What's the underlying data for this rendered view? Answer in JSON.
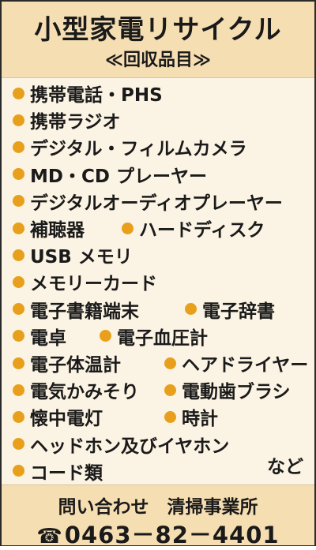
{
  "title": "小型家電リサイクル",
  "subtitle": "≪回収品目≫",
  "rows": [
    [
      "携帯電話・PHS"
    ],
    [
      "携帯ラジオ"
    ],
    [
      "デジタル・フィルムカメラ"
    ],
    [
      "MD・CD プレーヤー"
    ],
    [
      "デジタルオーディオプレーヤー"
    ],
    [
      "補聴器",
      "ハードディスク"
    ],
    [
      "USB メモリ"
    ],
    [
      "メモリーカード"
    ],
    [
      "電子書籍端末",
      "電子辞書"
    ],
    [
      "電卓",
      "電子血圧計"
    ],
    [
      "電子体温計",
      "ヘアドライヤー"
    ],
    [
      "電気かみそり",
      "電動歯ブラシ"
    ],
    [
      "懐中電灯",
      "時計"
    ],
    [
      "ヘッドホン及びイヤホン"
    ],
    [
      "コード類"
    ]
  ],
  "etc_label": "など",
  "footer": {
    "contact": "問い合わせ　清掃事業所",
    "phone": "0463－82－4401"
  },
  "colors": {
    "bullet": "#e8a01c",
    "header_bg": "#f6deb3",
    "body_bg": "#fbf3e3"
  },
  "icons": {
    "phone": "phone-icon"
  }
}
